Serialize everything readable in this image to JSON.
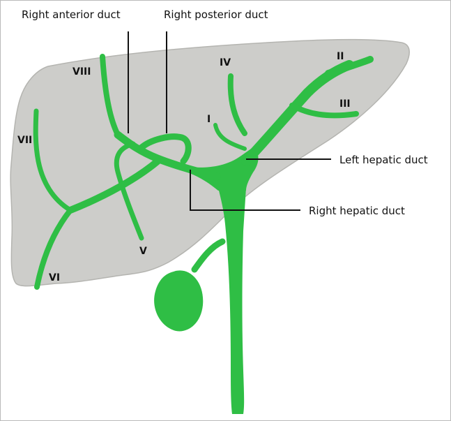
{
  "callouts": {
    "right_anterior_duct": "Right anterior duct",
    "right_posterior_duct": "Right posterior duct",
    "left_hepatic_duct": "Left hepatic duct",
    "right_hepatic_duct": "Right hepatic duct"
  },
  "segments": {
    "I": "I",
    "II": "II",
    "III": "III",
    "IV": "IV",
    "V": "V",
    "VI": "VI",
    "VII": "VII",
    "VIII": "VIII"
  },
  "colors": {
    "liver": "#cdcdca",
    "ducts": "#2fbe45",
    "leader_lines": "#111111"
  }
}
